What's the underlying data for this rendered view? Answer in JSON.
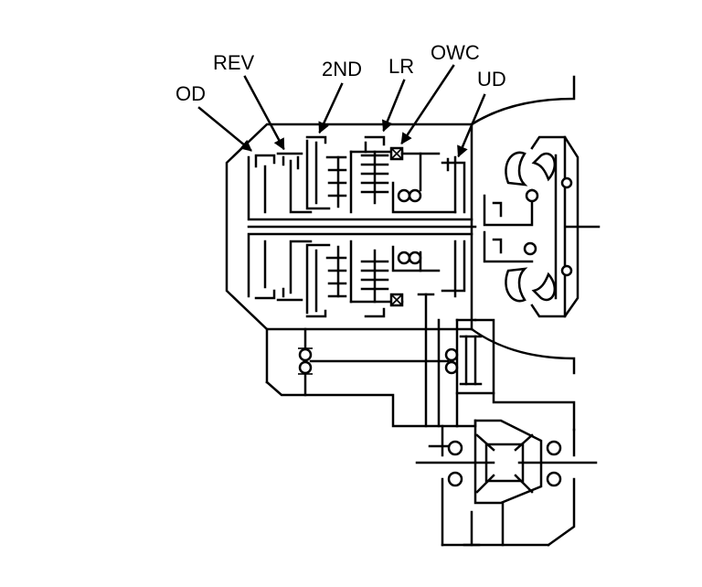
{
  "diagram": {
    "labels": {
      "od": "OD",
      "rev": "REV",
      "second": "2ND",
      "lr": "LR",
      "owc": "OWC",
      "ud": "UD"
    },
    "colors": {
      "line": "#000000",
      "background": "#ffffff"
    }
  }
}
